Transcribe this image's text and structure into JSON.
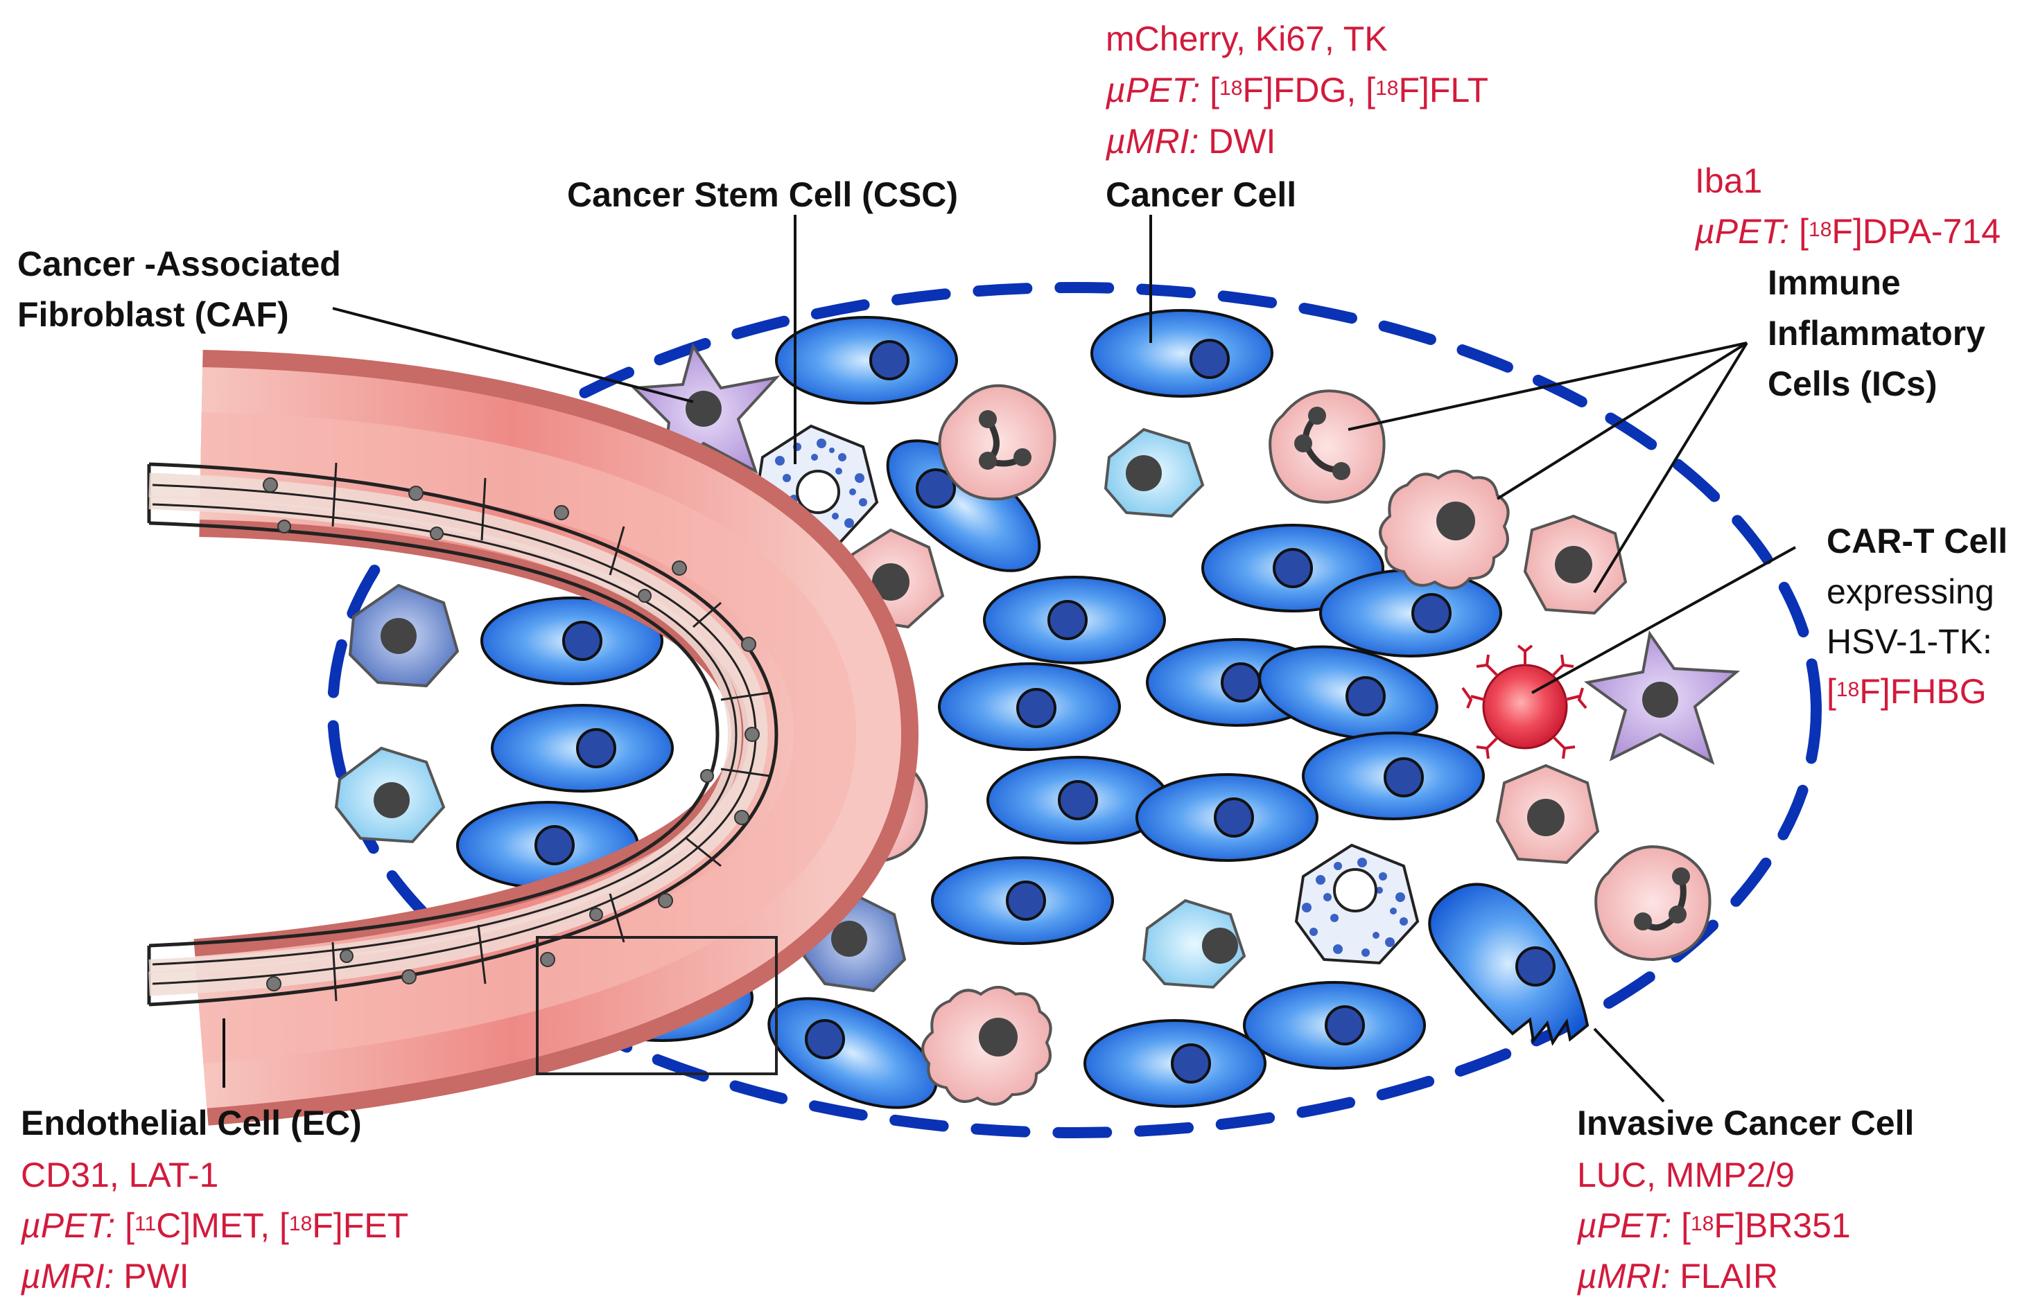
{
  "colors": {
    "cancer_cell": "#1f6fe0",
    "nucleus": "#2a4aa8",
    "immune_cell": "#f2b5b5",
    "caf": "#b49ad8",
    "csc": "#3a62c4",
    "cart": "#d9283f",
    "vessel": "#e06a6a",
    "boundary": "#0a32b4",
    "marker_text": "#d21a3c"
  },
  "labels": {
    "csc": {
      "title": "Cancer Stem Cell (CSC)"
    },
    "cancer_cell": {
      "title": "Cancer Cell",
      "markers": "mCherry, Ki67, TK",
      "pet_label": "µPET:",
      "pet_iso1": "18",
      "pet_tracer1": "F]FDG, ",
      "pet_iso2": "18",
      "pet_tracer2": "F]FLT",
      "mri_label": "µMRI:",
      "mri_value": " DWI"
    },
    "caf": {
      "title_line1": "Cancer -Associated",
      "title_line2": "Fibroblast (CAF)"
    },
    "immune": {
      "markers": "Iba1",
      "pet_label": "µPET:",
      "pet_iso": "18",
      "pet_tracer": "F]DPA-714",
      "title_line1": "Immune",
      "title_line2": "Inflammatory",
      "title_line3": "Cells (ICs)"
    },
    "cart": {
      "title": "CAR-T Cell",
      "line2": "expressing",
      "line3": "HSV-1-TK:",
      "tracer_iso": "18",
      "tracer": "F]FHBG"
    },
    "endothelial": {
      "title": "Endothelial Cell (EC)",
      "markers": "CD31, LAT-1",
      "pet_label": "µPET:",
      "pet_iso1": "11",
      "pet_tracer1": "C]MET, ",
      "pet_iso2": "18",
      "pet_tracer2": "F]FET",
      "mri_label": "µMRI:",
      "mri_value": " PWI"
    },
    "invasive": {
      "title": "Invasive Cancer Cell",
      "markers": "LUC, MMP2/9",
      "pet_label": "µPET:",
      "pet_iso": "18",
      "pet_tracer": "F]BR351",
      "mri_label": "µMRI:",
      "mri_value": " FLAIR"
    }
  }
}
